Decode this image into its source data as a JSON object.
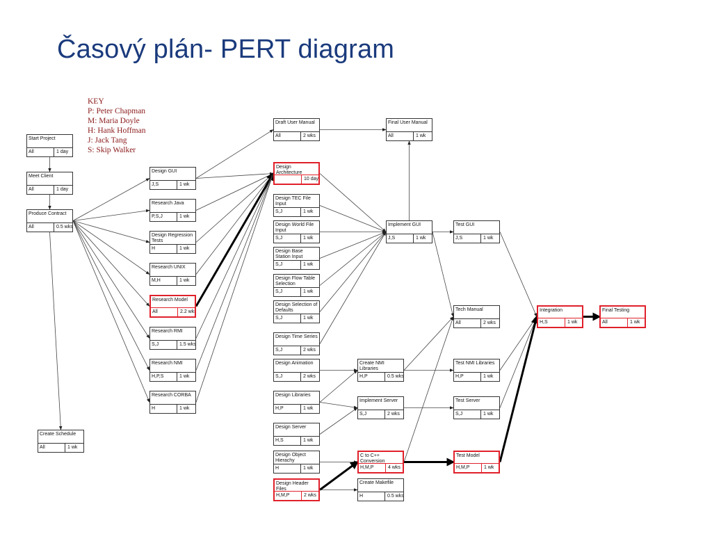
{
  "title": "Časový plán- PERT diagram",
  "key": {
    "heading": "KEY",
    "entries": [
      "P: Peter Chapman",
      "M: Maria Doyle",
      "H: Hank Hoffman",
      "J: Jack Tang",
      "S: Skip Walker"
    ]
  },
  "tasks": [
    {
      "name": "Start Project",
      "res": "All",
      "dur": "1 day"
    },
    {
      "name": "Meet Client",
      "res": "All",
      "dur": "1 day"
    },
    {
      "name": "Produce Contract",
      "res": "All",
      "dur": "0.5 wks"
    },
    {
      "name": "Create Schedule",
      "res": "All",
      "dur": "1 wk"
    },
    {
      "name": "Design GUI",
      "res": "J,S",
      "dur": "1 wk"
    },
    {
      "name": "Research Java",
      "res": "P,S,J",
      "dur": "1 wk"
    },
    {
      "name": "Design Regression Tests",
      "res": "H",
      "dur": "1 wk"
    },
    {
      "name": "Research UNIX",
      "res": "M,H",
      "dur": "1 wk"
    },
    {
      "name": "Research Model",
      "res": "All",
      "dur": "2.2 wks",
      "critical": true
    },
    {
      "name": "Research RMI",
      "res": "S,J",
      "dur": "1.5 wks"
    },
    {
      "name": "Research NMI",
      "res": "H,P,S",
      "dur": "1 wk"
    },
    {
      "name": "Research CORBA",
      "res": "H",
      "dur": "1 wk"
    },
    {
      "name": "Draft User Manual",
      "res": "All",
      "dur": "2 wks"
    },
    {
      "name": "Design Architecture",
      "res": "",
      "dur": "10 days",
      "critical": true
    },
    {
      "name": "Design TEC File Input",
      "res": "S,J",
      "dur": "1 wk"
    },
    {
      "name": "Design World File Input",
      "res": "S,J",
      "dur": "1 wk"
    },
    {
      "name": "Design Base Station Input",
      "res": "S,J",
      "dur": "1 wk"
    },
    {
      "name": "Design Flow Table Selection",
      "res": "S,J",
      "dur": "1 wk"
    },
    {
      "name": "Design Selection of Defaults",
      "res": "S,J",
      "dur": "1 wk"
    },
    {
      "name": "Design Time Series",
      "res": "S,J",
      "dur": "2 wks"
    },
    {
      "name": "Design Animation",
      "res": "S,J",
      "dur": "2 wks"
    },
    {
      "name": "Design Libraries",
      "res": "H,P",
      "dur": "1 wk"
    },
    {
      "name": "Design Server",
      "res": "H,S",
      "dur": "1 wk"
    },
    {
      "name": "Design Object Hierachy",
      "res": "H",
      "dur": "1 wk"
    },
    {
      "name": "Design Header Files",
      "res": "H,M,P",
      "dur": "2 wks",
      "critical": true
    },
    {
      "name": "Final User Manual",
      "res": "All",
      "dur": "1 wk"
    },
    {
      "name": "Implement GUI",
      "res": "J,S",
      "dur": "1 wk"
    },
    {
      "name": "Create NMI Libraries",
      "res": "H,P",
      "dur": "0.5 wks"
    },
    {
      "name": "Implement Server",
      "res": "S,J",
      "dur": "2 wks"
    },
    {
      "name": "C to C++ Conversion",
      "res": "H,M,P",
      "dur": "4 wks",
      "critical": true
    },
    {
      "name": "Create Makefile",
      "res": "H",
      "dur": "0.5 wks"
    },
    {
      "name": "Test GUI",
      "res": "J,S",
      "dur": "1 wk"
    },
    {
      "name": "Tech Manual",
      "res": "All",
      "dur": "2 wks"
    },
    {
      "name": "Test NMI Libraries",
      "res": "H,P",
      "dur": "1 wk"
    },
    {
      "name": "Test Server",
      "res": "S,J",
      "dur": "1 wk"
    },
    {
      "name": "Test Model",
      "res": "H,M,P",
      "dur": "1 wk",
      "critical": true
    },
    {
      "name": "Integration",
      "res": "H,S",
      "dur": "1 wk",
      "critical": true
    },
    {
      "name": "Final Testing",
      "res": "All",
      "dur": "1 wk",
      "critical": true
    }
  ],
  "edges": [
    [
      0,
      1
    ],
    [
      1,
      2
    ],
    [
      2,
      3
    ],
    [
      2,
      4
    ],
    [
      2,
      5
    ],
    [
      2,
      6
    ],
    [
      2,
      7
    ],
    [
      2,
      8
    ],
    [
      2,
      9
    ],
    [
      2,
      10
    ],
    [
      2,
      11
    ],
    [
      4,
      12
    ],
    [
      4,
      13
    ],
    [
      5,
      13
    ],
    [
      6,
      13
    ],
    [
      7,
      13
    ],
    [
      8,
      13,
      "crit"
    ],
    [
      9,
      13
    ],
    [
      10,
      13
    ],
    [
      11,
      13
    ],
    [
      12,
      25
    ],
    [
      26,
      25
    ],
    [
      13,
      26
    ],
    [
      14,
      26
    ],
    [
      15,
      26
    ],
    [
      16,
      26
    ],
    [
      17,
      26
    ],
    [
      18,
      26
    ],
    [
      19,
      26
    ],
    [
      26,
      31
    ],
    [
      26,
      32
    ],
    [
      31,
      36
    ],
    [
      20,
      27
    ],
    [
      21,
      27
    ],
    [
      21,
      28
    ],
    [
      22,
      28
    ],
    [
      23,
      29
    ],
    [
      24,
      29,
      "crit"
    ],
    [
      24,
      30
    ],
    [
      27,
      33
    ],
    [
      28,
      34
    ],
    [
      29,
      35,
      "crit"
    ],
    [
      27,
      32
    ],
    [
      29,
      32
    ],
    [
      33,
      36
    ],
    [
      34,
      36
    ],
    [
      35,
      36,
      "crit"
    ],
    [
      36,
      37,
      "crit"
    ]
  ]
}
